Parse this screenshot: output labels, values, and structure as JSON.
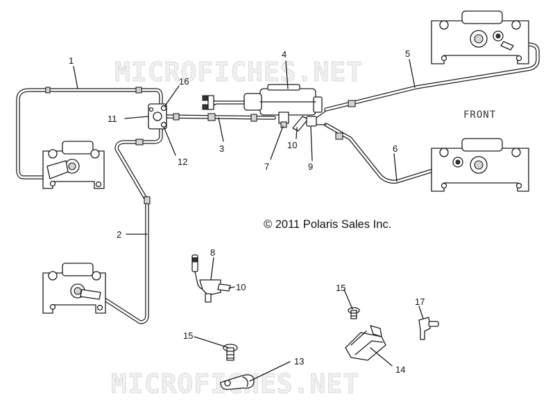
{
  "watermark": "MICROFICHES.NET",
  "front_label": "FRONT",
  "copyright": "© 2011 Polaris Sales Inc.",
  "callouts": [
    "1",
    "2",
    "3",
    "4",
    "5",
    "6",
    "7",
    "8",
    "9",
    "10",
    "10",
    "11",
    "12",
    "13",
    "14",
    "15",
    "15",
    "16",
    "17"
  ]
}
